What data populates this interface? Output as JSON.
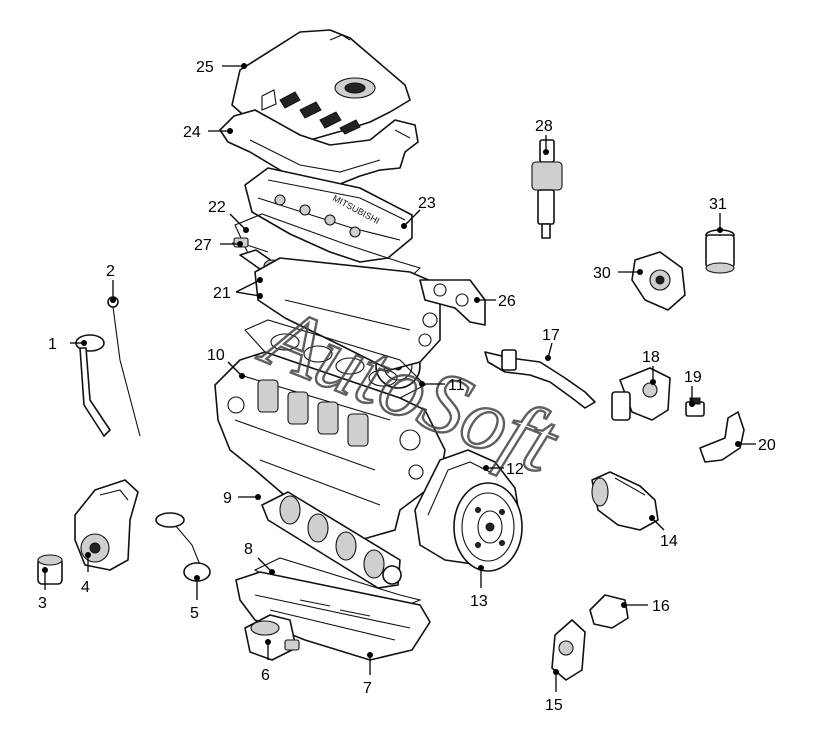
{
  "diagram": {
    "watermark": "AutoSoft",
    "embossed_text": "MITSUBISHI",
    "callouts": [
      {
        "id": "1",
        "label": "1"
      },
      {
        "id": "2",
        "label": "2"
      },
      {
        "id": "3",
        "label": "3"
      },
      {
        "id": "4",
        "label": "4"
      },
      {
        "id": "5",
        "label": "5"
      },
      {
        "id": "6",
        "label": "6"
      },
      {
        "id": "7",
        "label": "7"
      },
      {
        "id": "8",
        "label": "8"
      },
      {
        "id": "9",
        "label": "9"
      },
      {
        "id": "10",
        "label": "10"
      },
      {
        "id": "11",
        "label": "11"
      },
      {
        "id": "12",
        "label": "12"
      },
      {
        "id": "13",
        "label": "13"
      },
      {
        "id": "14",
        "label": "14"
      },
      {
        "id": "15",
        "label": "15"
      },
      {
        "id": "16",
        "label": "16"
      },
      {
        "id": "17",
        "label": "17"
      },
      {
        "id": "18",
        "label": "18"
      },
      {
        "id": "19",
        "label": "19"
      },
      {
        "id": "20",
        "label": "20"
      },
      {
        "id": "21",
        "label": "21"
      },
      {
        "id": "22",
        "label": "22"
      },
      {
        "id": "23",
        "label": "23"
      },
      {
        "id": "24",
        "label": "24"
      },
      {
        "id": "25",
        "label": "25"
      },
      {
        "id": "26",
        "label": "26"
      },
      {
        "id": "27",
        "label": "27"
      },
      {
        "id": "28",
        "label": "28"
      },
      {
        "id": "30",
        "label": "30"
      },
      {
        "id": "31",
        "label": "31"
      }
    ]
  }
}
